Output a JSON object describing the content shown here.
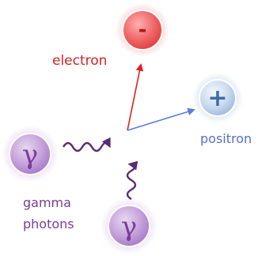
{
  "labels": {
    "electron": "electron",
    "positron": "positron",
    "gamma_line1": "gamma",
    "gamma_line2": "photons"
  },
  "symbols": {
    "electron": "-",
    "positron": "+",
    "photon": "γ"
  },
  "colors": {
    "electron": "#e63b3b",
    "electron_arrow": "#e02020",
    "positron": "#4f86bd",
    "positron_arrow": "#5a7ae0",
    "photon": "#8a4fa8",
    "photon_wave": "#5a2a78",
    "label_electron": "#d62020",
    "label_positron": "#5a6fc8",
    "label_gamma": "#7a3e98"
  }
}
